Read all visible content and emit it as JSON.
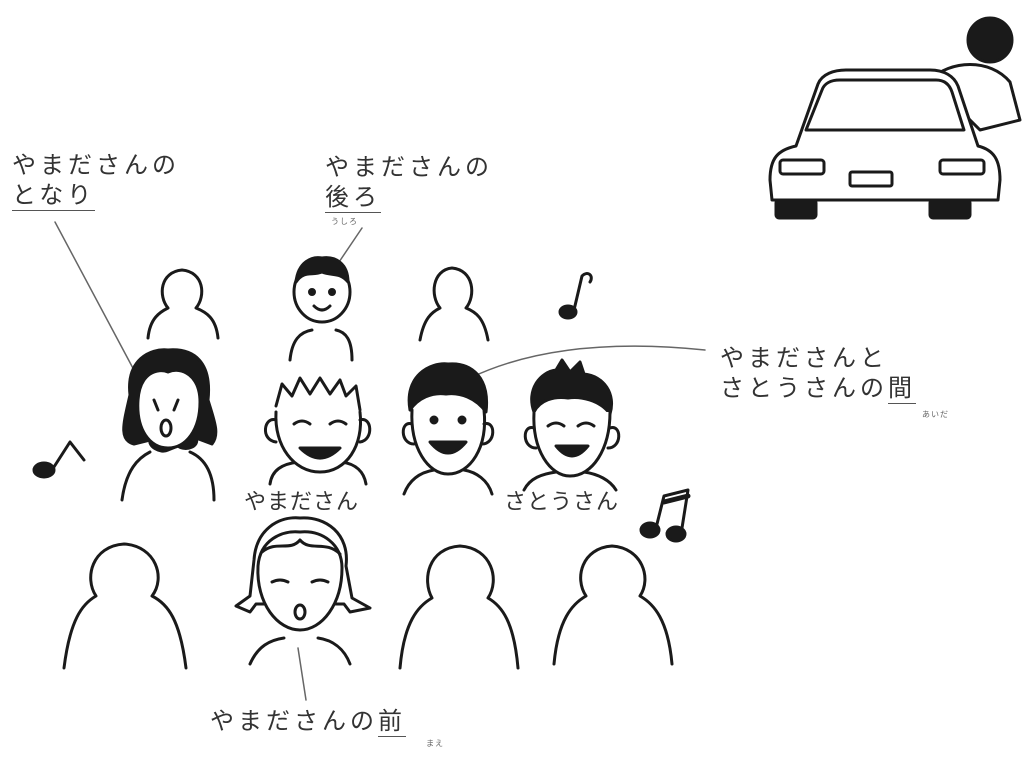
{
  "labels": {
    "tonari": {
      "line1": "やまださんの",
      "line2": "となり"
    },
    "ushiro": {
      "line1": "やまださんの",
      "line2": "後ろ",
      "ruby": "うしろ"
    },
    "aida": {
      "line1": "やまださんと",
      "line2_prefix": "さとうさんの",
      "line2_kanji": "間",
      "ruby": "あいだ"
    },
    "mae": {
      "prefix": "やまださんの",
      "kanji": "前",
      "ruby": "まえ"
    }
  },
  "names": {
    "yamada": "やまださん",
    "satou": "さとうさん"
  },
  "icons": [
    "music-note-icon",
    "eighth-note-icon",
    "double-note-icon",
    "car-icon"
  ]
}
